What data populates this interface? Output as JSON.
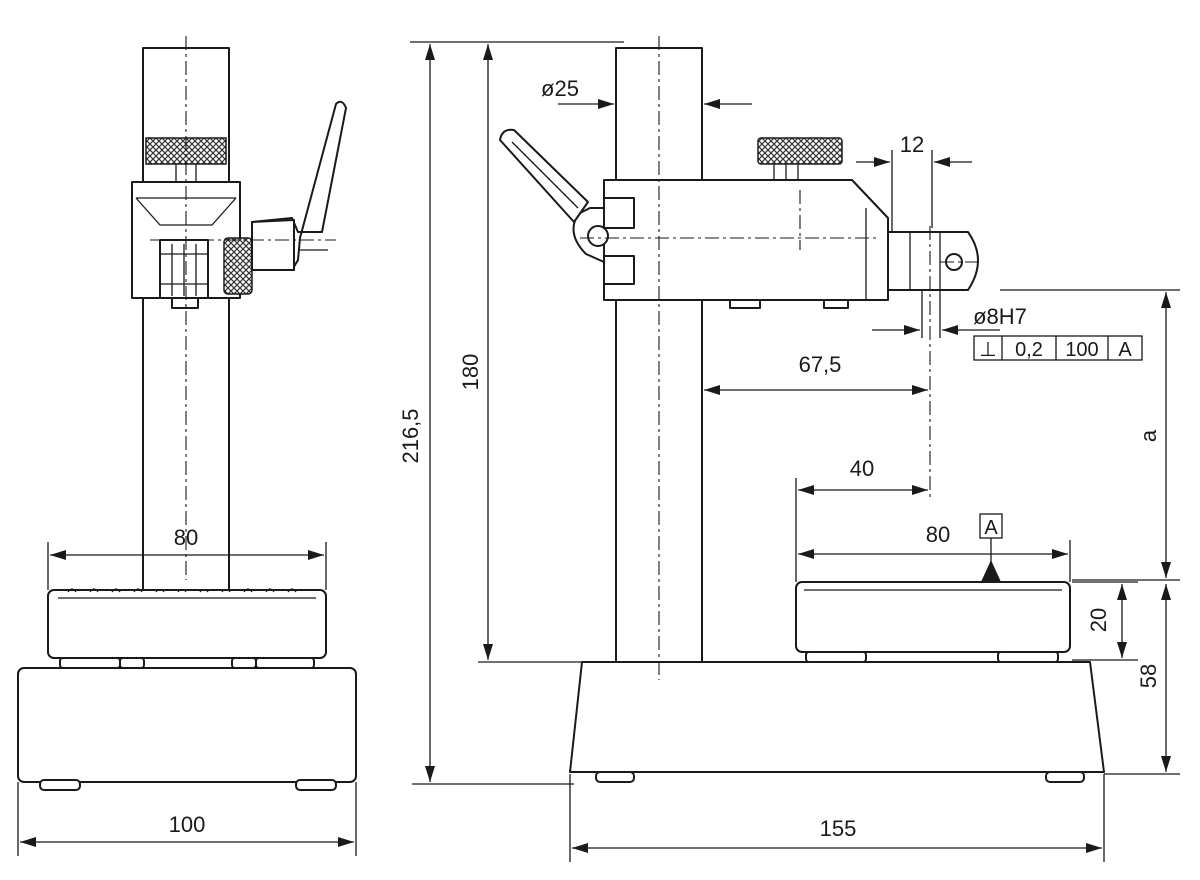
{
  "dimensions": {
    "front_base_width": "100",
    "front_table_width": "80",
    "side_total_height": "216,5",
    "side_column_height": "180",
    "column_diameter": "ø25",
    "holder_length": "12",
    "bore_diameter": "ø8H7",
    "reach_to_axis": "67,5",
    "table_to_axis": "40",
    "table_width": "80",
    "table_height": "20",
    "base_height": "58",
    "base_length": "155",
    "adjustable_height": "a"
  },
  "tolerance_frame": {
    "symbol": "⊥",
    "value": "0,2",
    "length": "100",
    "datum": "A"
  },
  "datum_label": "A",
  "colors": {
    "line": "#1a1a1a",
    "knurl": "#4a4a4a",
    "background": "#ffffff"
  }
}
